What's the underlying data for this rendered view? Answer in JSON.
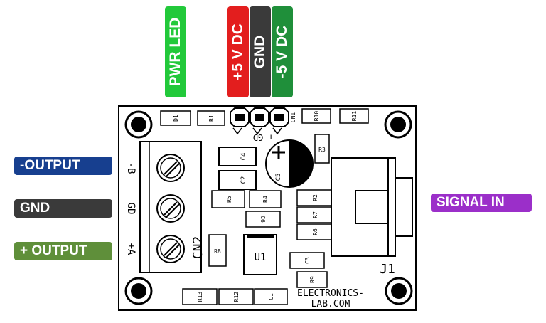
{
  "colors": {
    "pwr_led": "#22c93a",
    "plus5": "#e31e1e",
    "gnd_top": "#3a3a3a",
    "minus5": "#1f8f3a",
    "neg_output": "#173f8f",
    "gnd_left": "#3a3a3a",
    "pos_output": "#5f8f3a",
    "signal_in": "#9b2fc9"
  },
  "top_labels": {
    "pwr_led": "PWR LED",
    "plus5": "+5 V DC",
    "gnd": "GND",
    "minus5": "-5 V DC"
  },
  "left_labels": {
    "neg_output": "-OUTPUT",
    "gnd": "GND",
    "pos_output": "+ OUTPUT"
  },
  "right_labels": {
    "signal_in": "SIGNAL IN"
  },
  "board": {
    "d1": "D1",
    "r1": "R1",
    "cn1": "CN1",
    "r10": "R10",
    "r11": "R11",
    "r3": "R3",
    "c4": "C4",
    "c2": "C2",
    "c5": "C5",
    "r5": "R5",
    "r4": "R4",
    "c6": "C6",
    "r2": "R2",
    "r7": "R7",
    "r6": "R6",
    "r8": "R8",
    "u1": "U1",
    "c3": "C3",
    "r9": "R9",
    "r13": "R13",
    "r12": "R12",
    "c1": "C1",
    "cn2": "CN2",
    "j1": "J1",
    "cn1_pins": "+ GD -",
    "cn2_pins": [
      "-B",
      "GD",
      "+A"
    ],
    "logo_line1": "ELECTRONICS-",
    "logo_line2": "LAB.COM"
  }
}
